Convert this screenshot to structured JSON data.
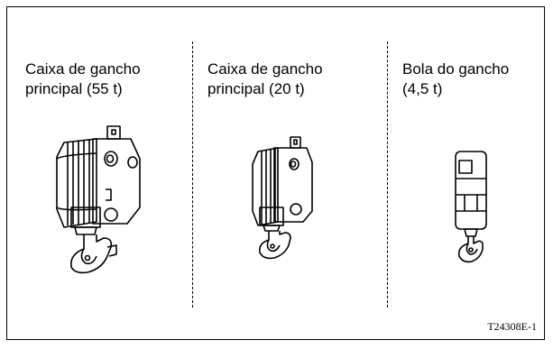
{
  "items": [
    {
      "label": "Caixa de gancho\nprincipal (55 t)",
      "icon": "main-hook-block-55t"
    },
    {
      "label": "Caixa de gancho\nprincipal (20 t)",
      "icon": "main-hook-block-20t"
    },
    {
      "label": "Bola do gancho\n(4,5 t)",
      "icon": "hook-ball-4-5t"
    }
  ],
  "figure_code": "T24308E-1"
}
